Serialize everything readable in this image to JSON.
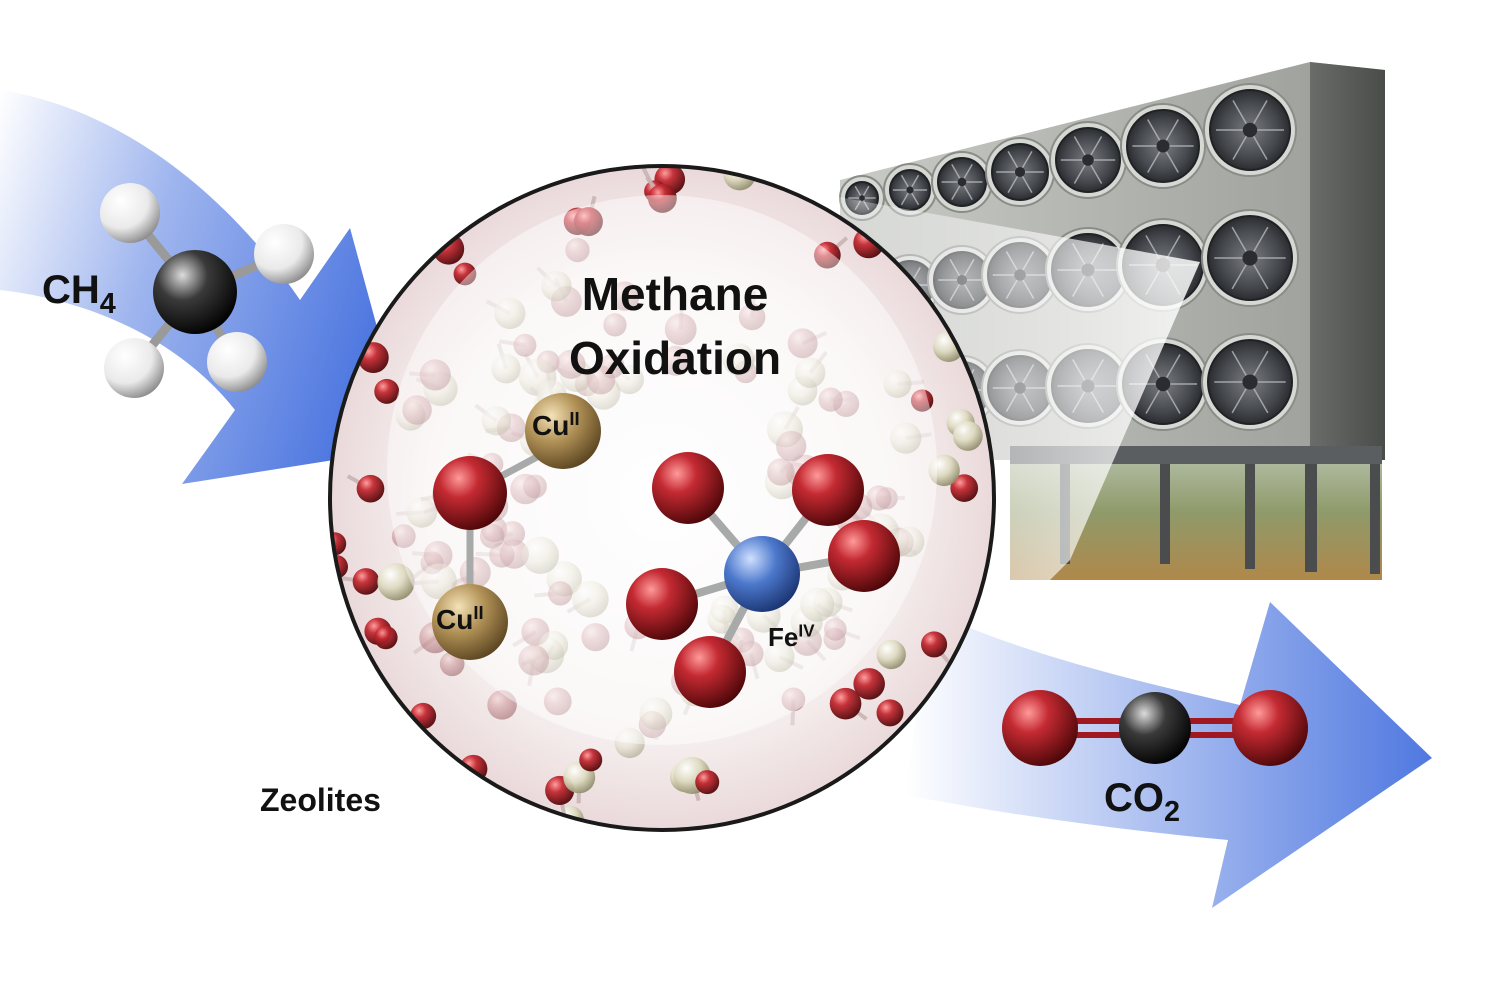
{
  "title": {
    "line1": "Methane",
    "line2": "Oxidation"
  },
  "labels": {
    "reactant": {
      "base": "CH",
      "sub": "4"
    },
    "product": {
      "base": "CO",
      "sub": "2"
    },
    "framework": "Zeolites",
    "copper_site_1": {
      "base": "Cu",
      "sup": "II"
    },
    "copper_site_2": {
      "base": "Cu",
      "sup": "II"
    },
    "iron_site": {
      "base": "Fe",
      "sup": "IV"
    }
  },
  "colors": {
    "arrow_blue": "#4f78e0",
    "oxygen_red": "#a01820",
    "copper_gold": "#b29257",
    "iron_blue": "#4c78cc",
    "carbon_gray": "#3a3a3a",
    "hydrogen_white": "#f2f2f2",
    "silicon_cream": "#ddd9bf",
    "circle_border": "#1a1a1a",
    "building_gray": "#9a9c98"
  },
  "icons": {
    "methane_molecule": "methane-molecule-icon",
    "carbon_dioxide_molecule": "co2-molecule-icon",
    "direct_air_capture_plant": "fan-array-building-icon",
    "fan": "fan-icon"
  }
}
